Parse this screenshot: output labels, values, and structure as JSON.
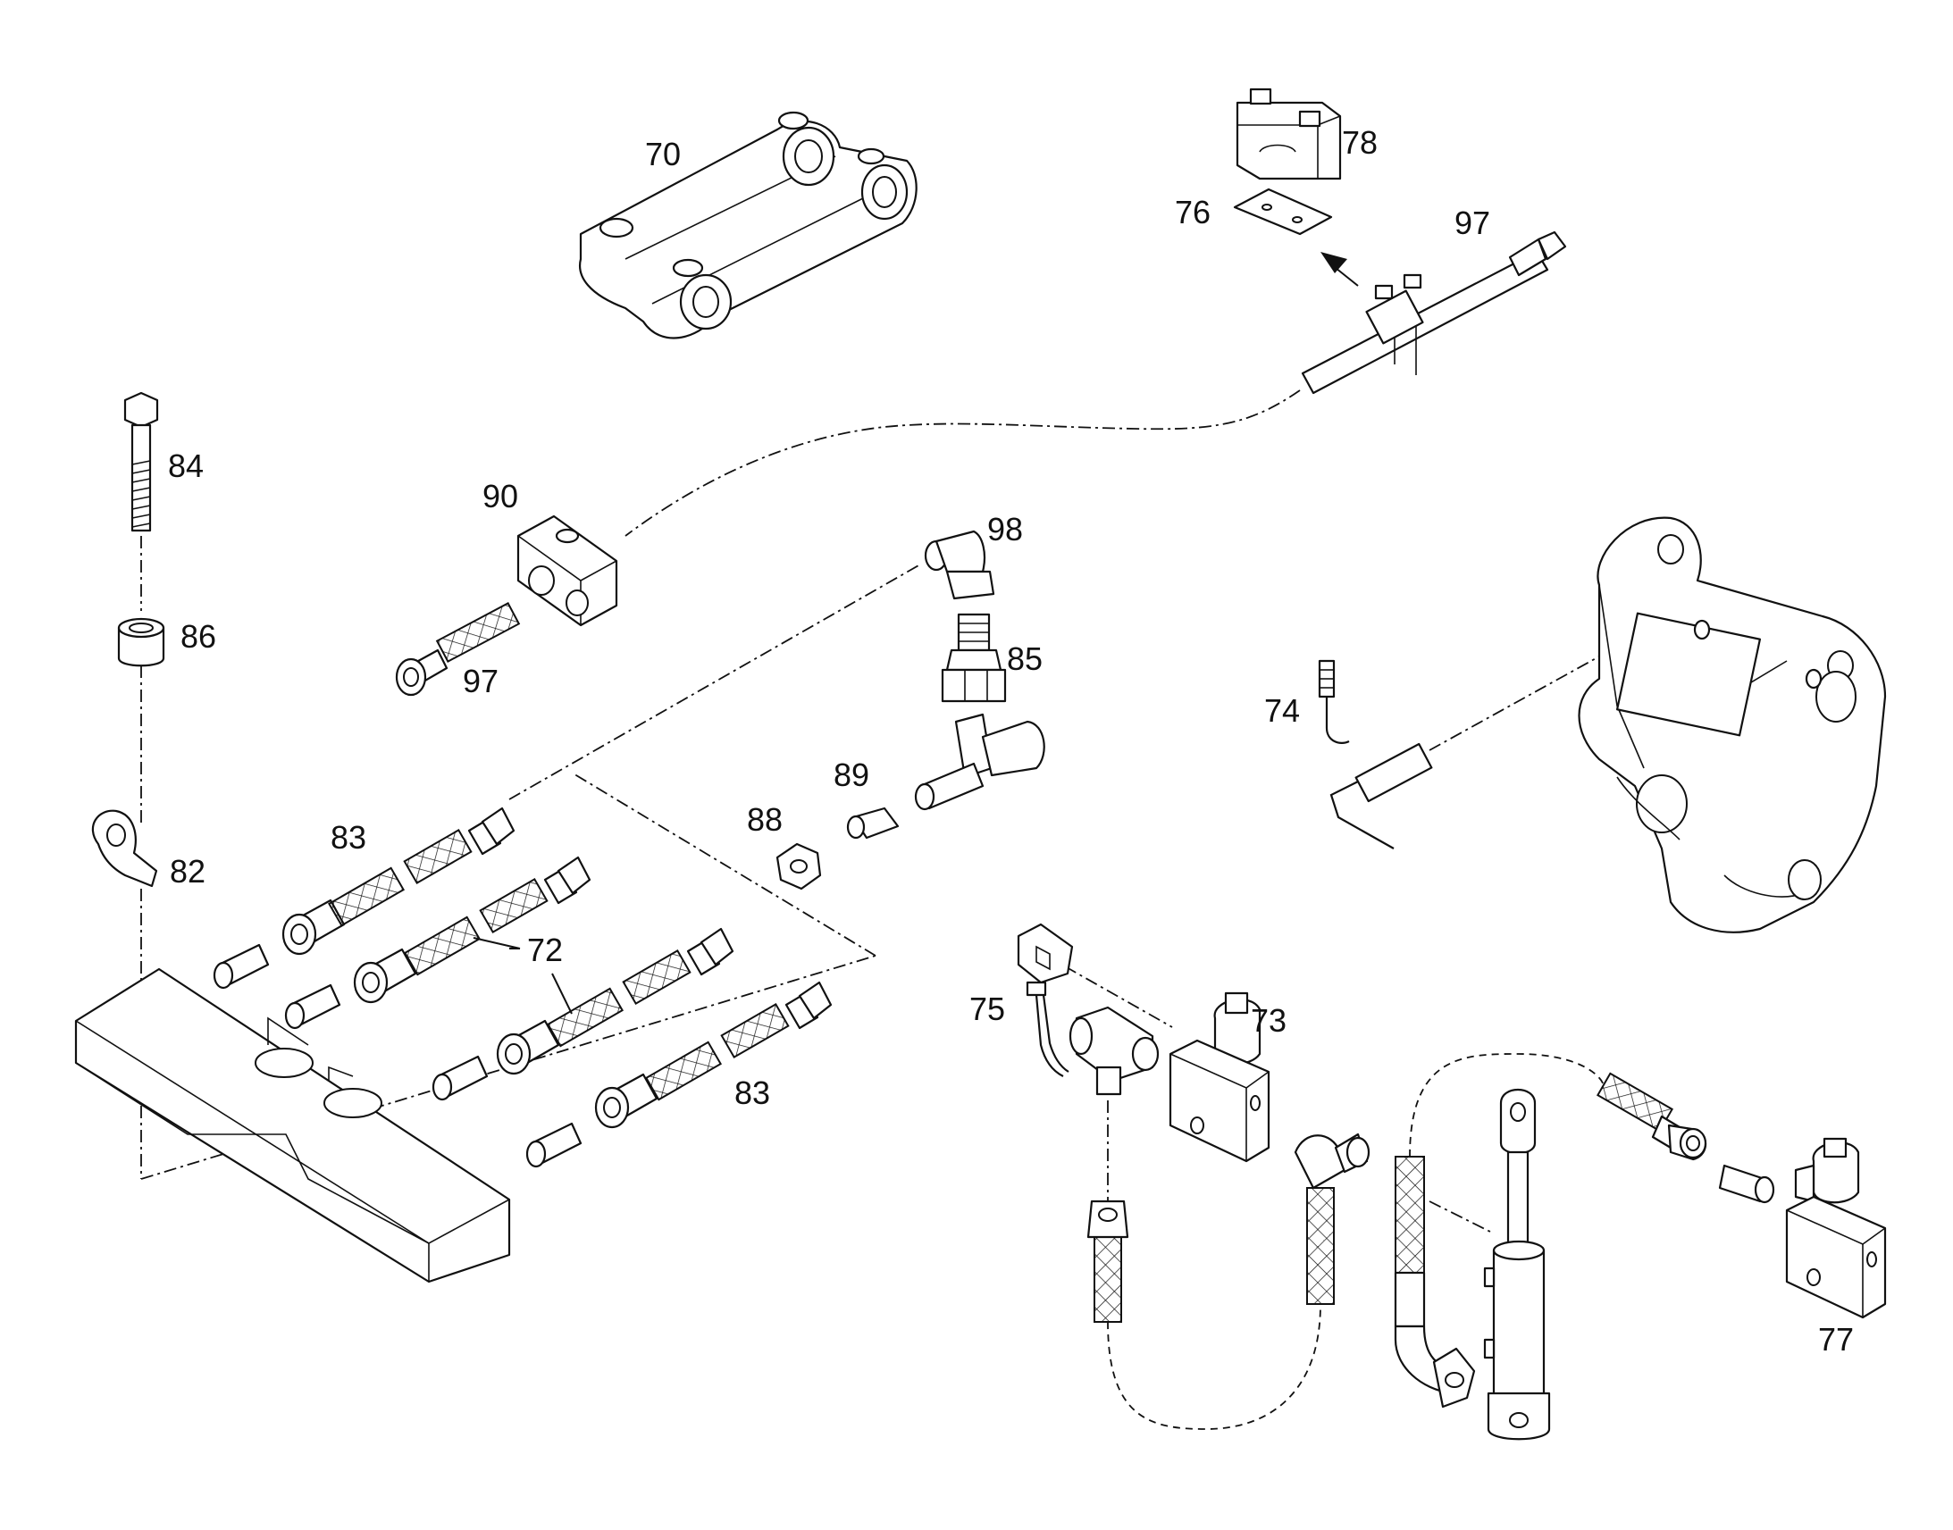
{
  "labels": {
    "p70": "70",
    "p78": "78",
    "p76": "76",
    "p97a": "97",
    "p84": "84",
    "p86": "86",
    "p90": "90",
    "p97b": "97",
    "p98": "98",
    "p85": "85",
    "p89": "89",
    "p88": "88",
    "p83a": "83",
    "p82": "82",
    "p72": "72",
    "p83b": "83",
    "p74": "74",
    "p75": "75",
    "p73": "73",
    "p77": "77"
  },
  "colors": {
    "line": "#111111",
    "background": "#ffffff"
  }
}
